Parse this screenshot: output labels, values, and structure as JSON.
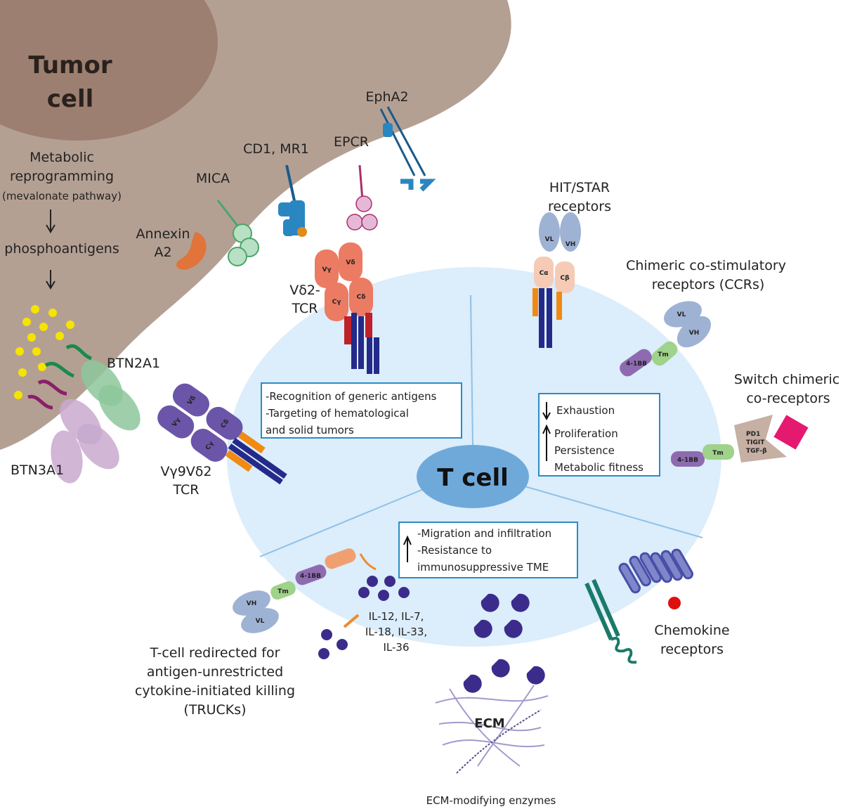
{
  "tumor": {
    "title_line1": "Tumor",
    "title_line2": "cell",
    "metabolic": [
      "Metabolic",
      "reprogramming",
      "(mevalonate pathway)"
    ],
    "phosphoantigens": "phosphoantigens"
  },
  "ligands": {
    "btn2a1": "BTN2A1",
    "btn3a1": "BTN3A1",
    "annexin": [
      "Annexin",
      "A2"
    ],
    "mica": "MICA",
    "cd1_mr1": "CD1, MR1",
    "epcr": "EPCR",
    "epha2": "EphA2"
  },
  "tcrs": {
    "vd2_tcr": [
      "Vδ2-",
      "TCR"
    ],
    "vg9vd2_tcr": [
      "Vγ9Vδ2",
      "TCR"
    ],
    "domains": {
      "vg": "Vγ",
      "vd": "Vδ",
      "cg": "Cγ",
      "cd": "Cδ",
      "ca": "Cα",
      "cb": "Cβ",
      "vl": "VL",
      "vh": "VH",
      "tm": "Tm",
      "bb": "4-1BB",
      "pd1": "PD1",
      "tigit": "TIGIT",
      "tgfb": "TGF-β"
    }
  },
  "t_cell": {
    "label": "T cell"
  },
  "boxes": {
    "generic": [
      "-Recognition of generic antigens",
      "-Targeting of hematological",
      " and solid tumors"
    ],
    "exhaustion": "Exhaustion",
    "up_list": [
      "Proliferation",
      "Persistence",
      "Metabolic fitness"
    ],
    "migration": [
      "-Migration and infiltration",
      "-Resistance to",
      "immunosuppressive TME"
    ]
  },
  "receptors": {
    "hit_star": [
      "HIT/STAR",
      "receptors"
    ],
    "ccr": [
      "Chimeric co-stimulatory",
      "receptors (CCRs)"
    ],
    "switch": [
      "Switch chimeric",
      "co-receptors"
    ],
    "chemokine": [
      "Chemokine",
      "receptors"
    ],
    "trucks": [
      "T-cell redirected for",
      "antigen-unrestricted",
      "cytokine-initiated killing",
      "(TRUCKs)"
    ],
    "cytokines": [
      "IL-12, IL-7,",
      "IL-18, IL-33,",
      "IL-36"
    ],
    "ecm": "ECM",
    "ecm_enzymes": "ECM-modifying enzymes"
  },
  "colors": {
    "tumor": "#b4a093",
    "tumor_inner": "#9c7f70",
    "t_cell": "#dcedfb",
    "nucleus": "#6fa9da",
    "box_border": "#2b8cc4",
    "gd_tcr": "#6b55a8",
    "vd2_tcr": "#ec7b63",
    "cytokine": "#3b2c8c",
    "switch_ligand": "#e5196f"
  }
}
